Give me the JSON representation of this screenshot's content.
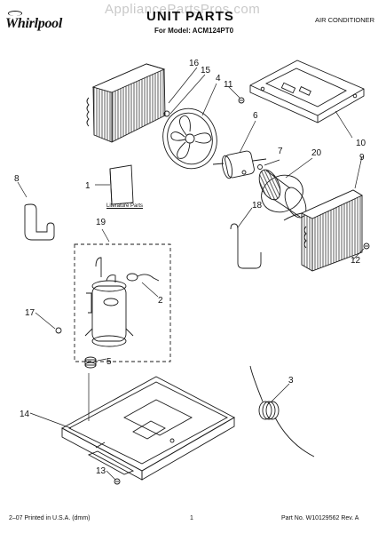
{
  "watermark": "AppliancePartsPros.com",
  "brand": "Whirlpool",
  "header": {
    "title": "UNIT PARTS",
    "model_line": "For Model: ACM124PT0",
    "category": "AIR CONDITIONER"
  },
  "literature_label": "Literature Parts",
  "callouts": {
    "c1": "1",
    "c2": "2",
    "c3": "3",
    "c4": "4",
    "c5": "5",
    "c6": "6",
    "c7": "7",
    "c8": "8",
    "c9": "9",
    "c10": "10",
    "c11": "11",
    "c12": "12",
    "c13": "13",
    "c14": "14",
    "c15": "15",
    "c16": "16",
    "c17": "17",
    "c18": "18",
    "c19": "19",
    "c20": "20"
  },
  "footer": {
    "left": "2–07 Printed in U.S.A. (dmm)",
    "page": "1",
    "right": "Part No. W10129562 Rev. A"
  }
}
